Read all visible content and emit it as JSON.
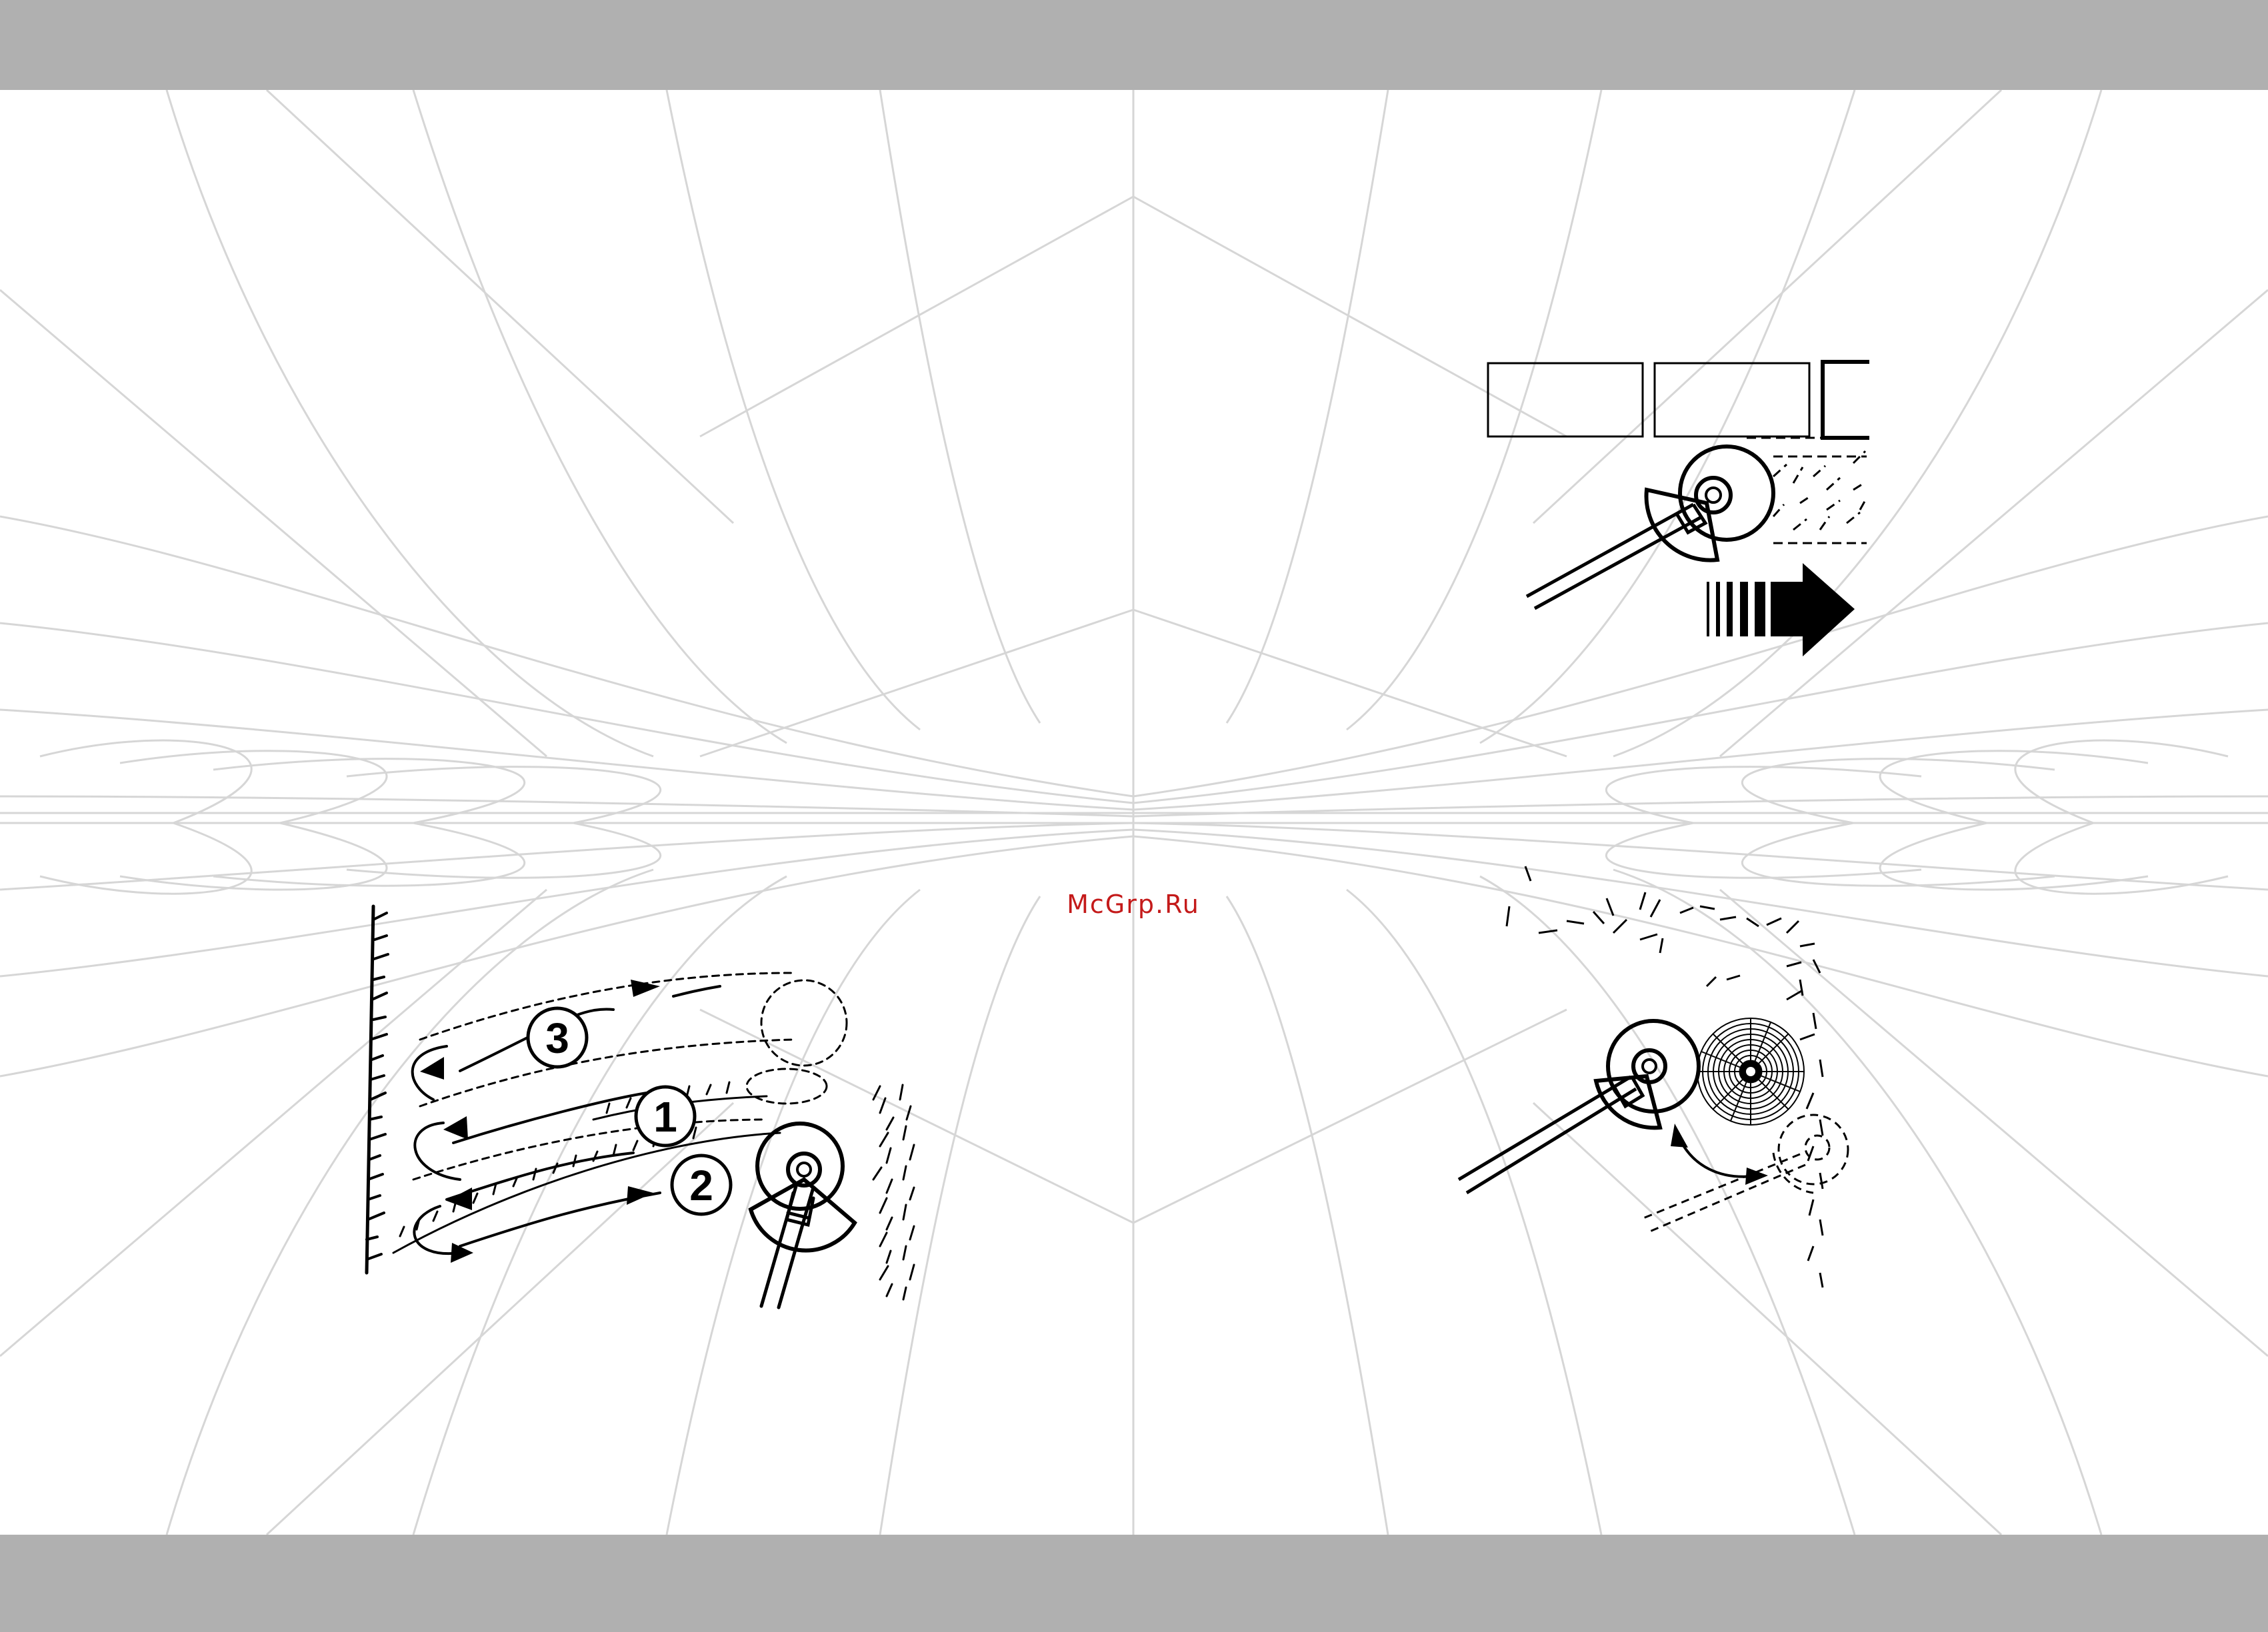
{
  "watermark": "McGrp.Ru",
  "figures": {
    "mowing_pattern": {
      "steps": [
        "1",
        "2",
        "3"
      ]
    },
    "wall_edge": {},
    "tree_trimming": {}
  },
  "colors": {
    "band": "#b0b0b0",
    "grid": "#d6d6d6",
    "ink": "#000000",
    "watermark": "#c41a1a"
  }
}
